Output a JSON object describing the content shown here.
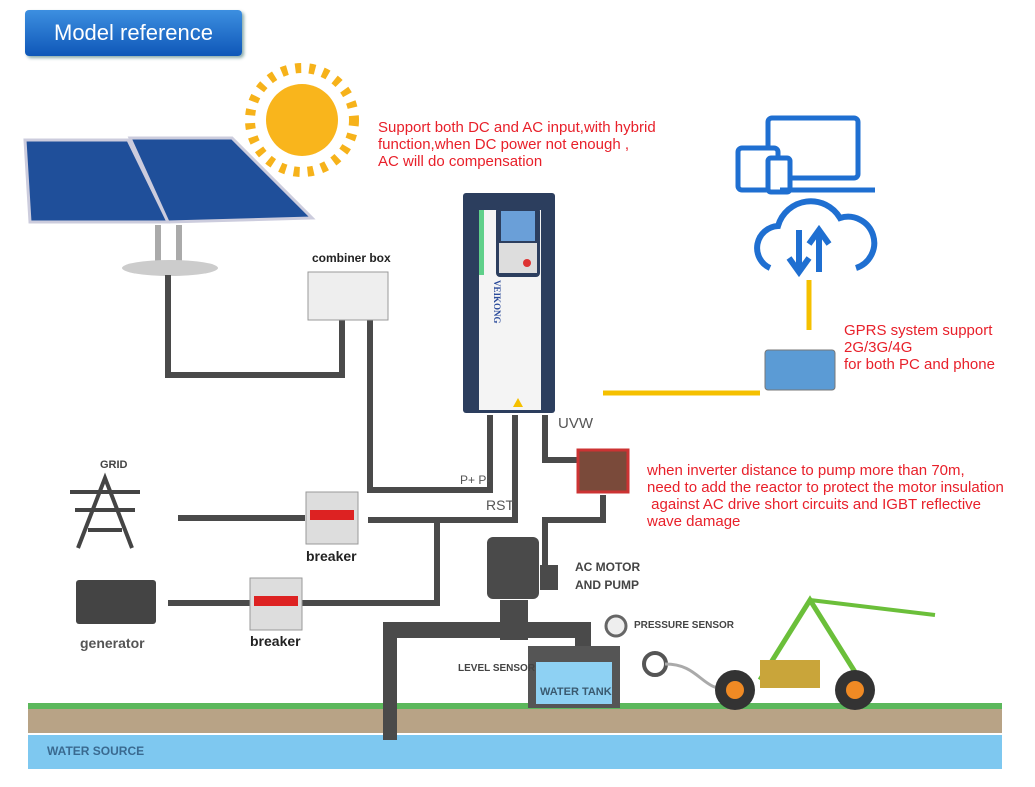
{
  "title": "Model reference",
  "annotations": {
    "hybrid": [
      "Support both DC and AC input,with hybrid",
      "function,when DC power not enough ,",
      "AC will do compensation"
    ],
    "gprs": [
      "GPRS system support",
      "2G/3G/4G",
      "for both PC and phone"
    ],
    "reactor": [
      "when inverter distance to pump more than 70m,",
      "need to add the reactor to protect the motor insulation",
      " against AC drive short circuits and IGBT reflective",
      "wave damage"
    ]
  },
  "labels": {
    "combiner_box": "combiner box",
    "uvw": "UVW",
    "pp": "P+ P-",
    "rst": "RST",
    "grid": "GRID",
    "breaker1": "breaker",
    "breaker2": "breaker",
    "generator": "generator",
    "motor": [
      "AC MOTOR",
      "AND PUMP"
    ],
    "pressure": "PRESSURE SENSOR",
    "level": "LEVEL SENSOR",
    "tank": "WATER TANK",
    "source": "WATER SOURCE",
    "brand": "VEIKONG"
  },
  "colors": {
    "title_bg": "#1a64c4",
    "annotation": "#e8202a",
    "wire": "#4a4a4a",
    "gprs_link": "#f5c000",
    "water": "#7ec8f0",
    "soil": "#b8a386",
    "grass": "#5cb85c",
    "device_blue": "#1f6fd1"
  }
}
